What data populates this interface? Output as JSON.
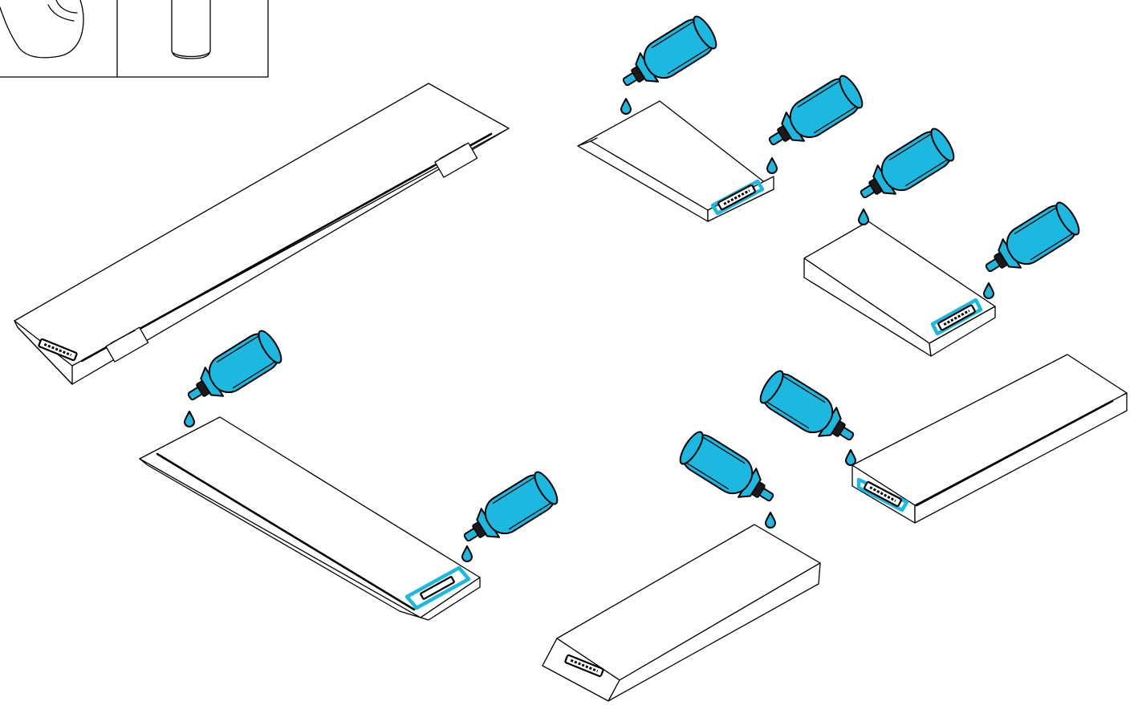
{
  "colors": {
    "accent": "#1cb8df",
    "outline": "#000000",
    "background": "#ffffff"
  },
  "diagram": {
    "tools_required": [
      "hand-icon",
      "adhesive-bottle-icon"
    ],
    "components": [
      "soundbar-main-unit",
      "center-speaker-module",
      "left-speaker-module",
      "right-speaker-module",
      "side-speaker-module-a",
      "side-speaker-module-b"
    ],
    "action": "apply-adhesive-drop-to-connector",
    "bottle_count": 8
  }
}
